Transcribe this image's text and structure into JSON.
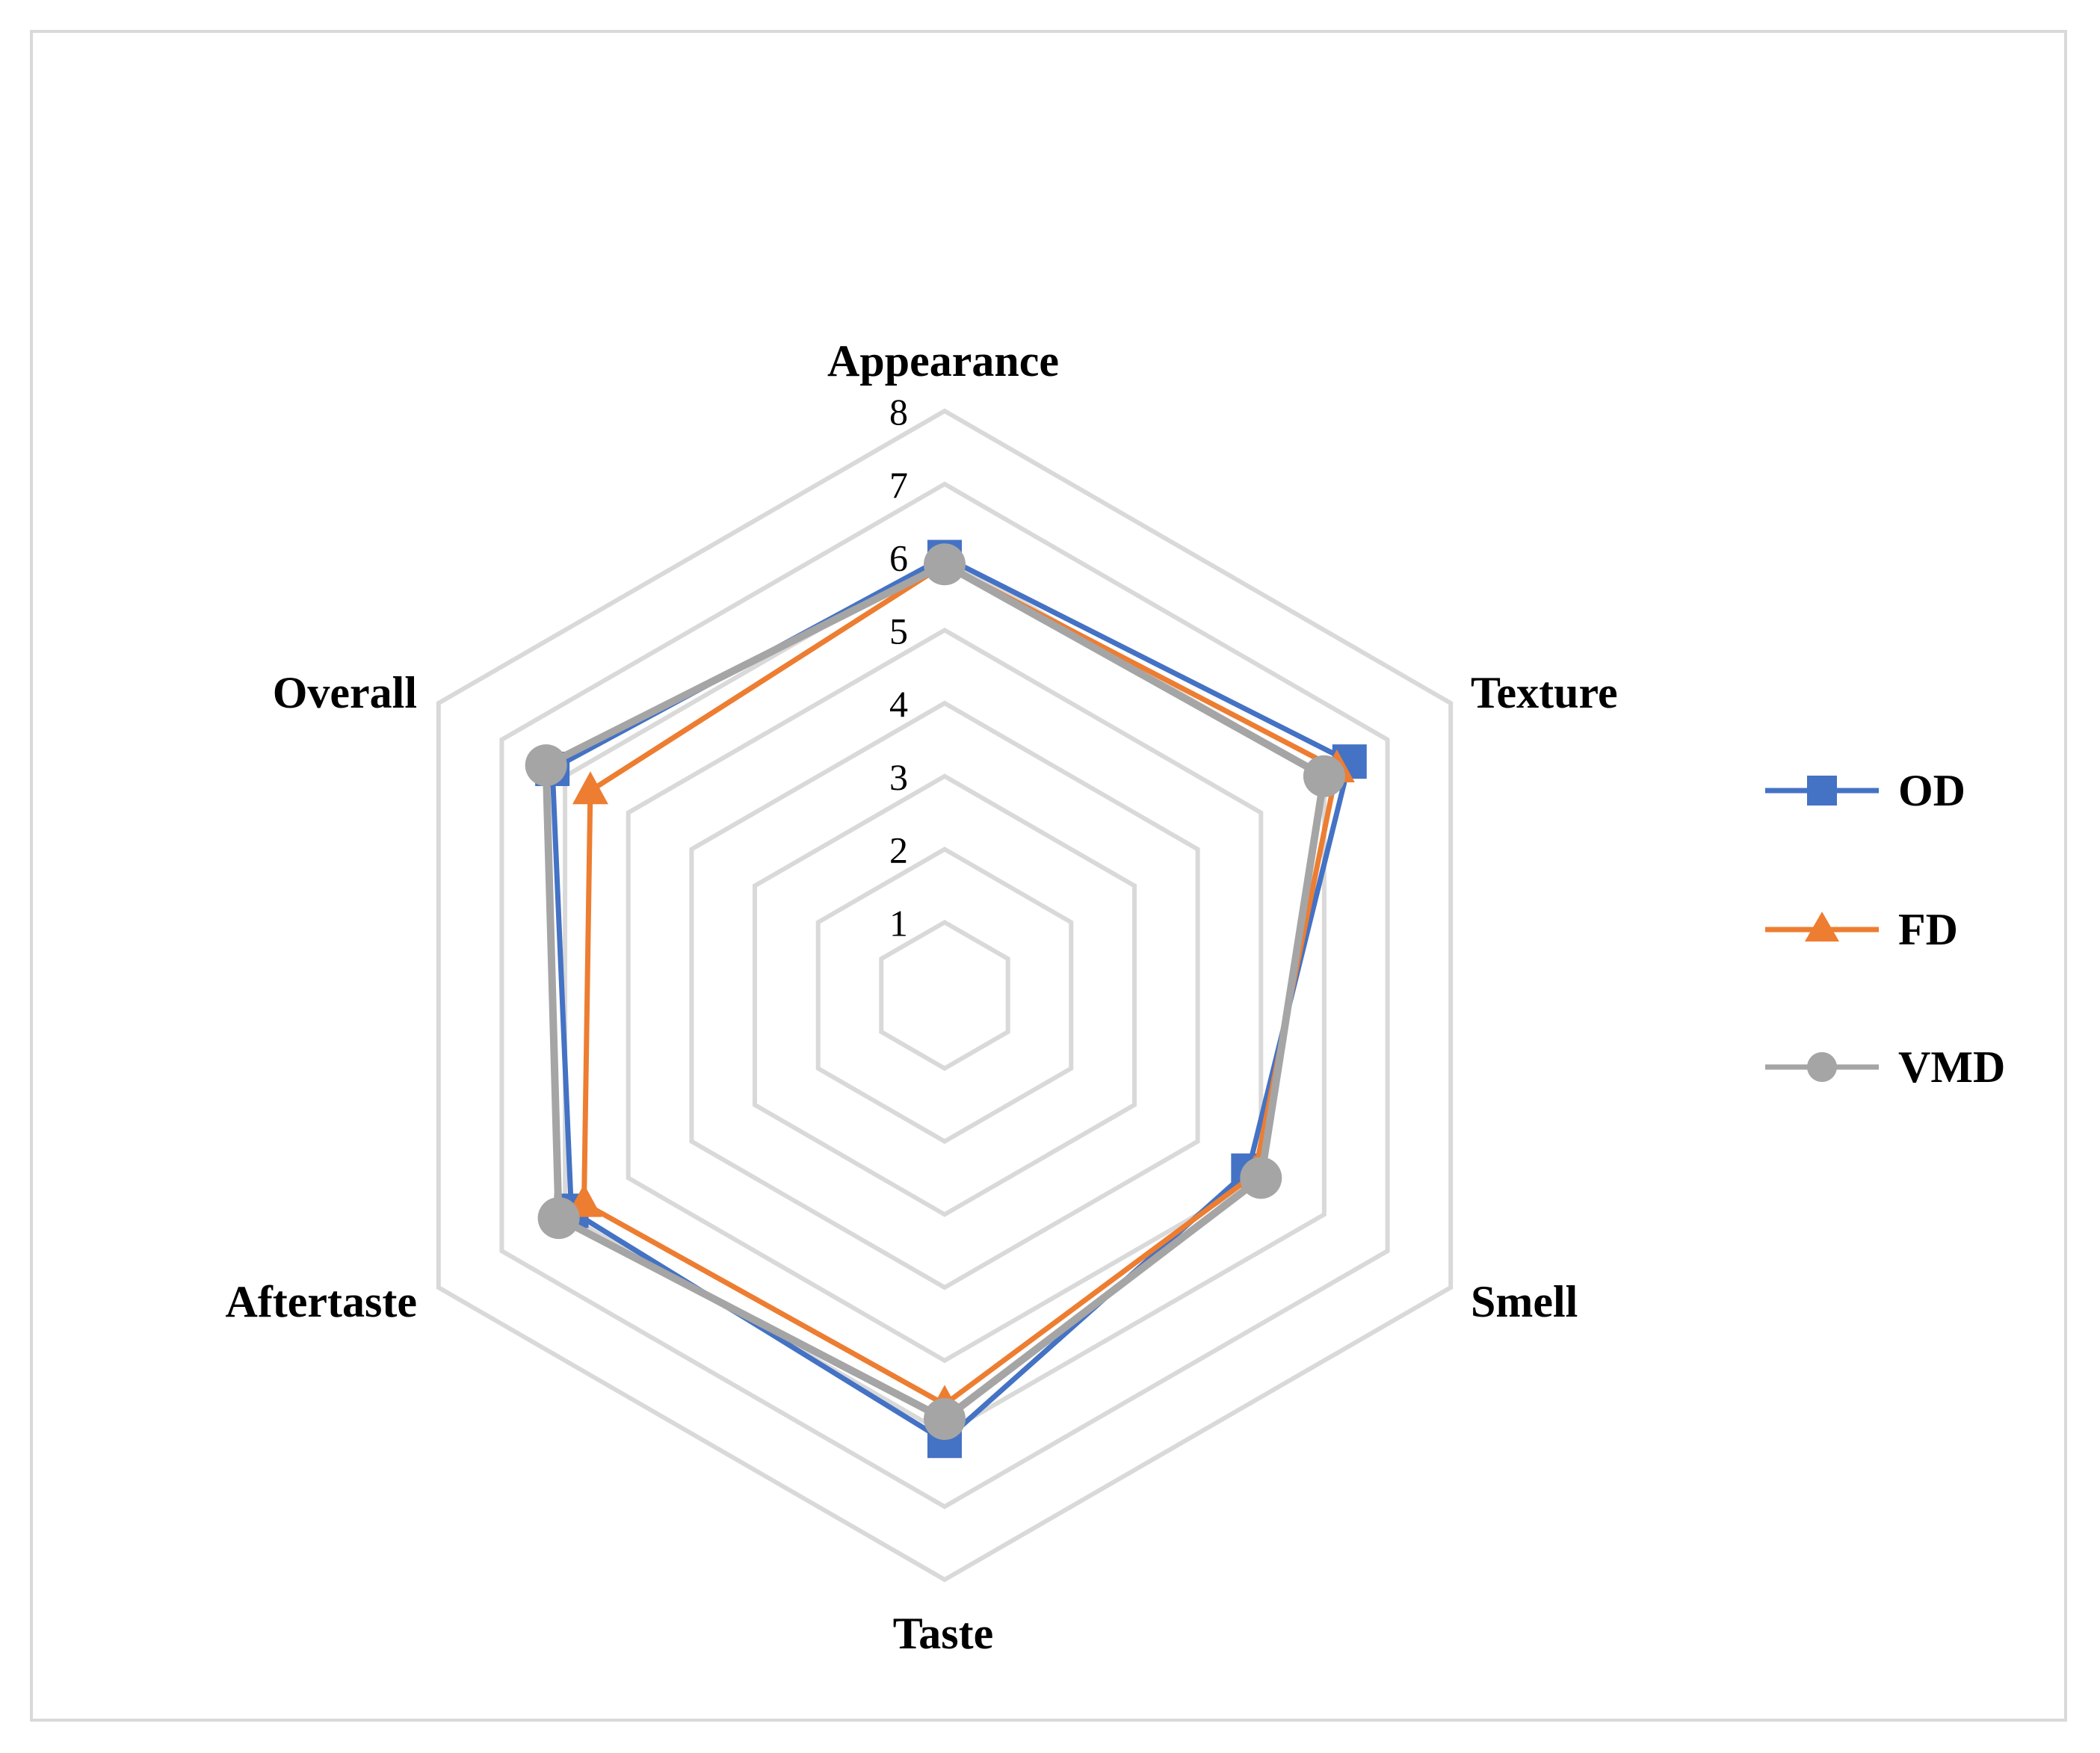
{
  "chart_data": {
    "type": "radar",
    "categories": [
      "Appearance",
      "Texture",
      "Smell",
      "Taste",
      "Aftertaste",
      "Overall"
    ],
    "rlim": [
      0,
      8
    ],
    "ticks": [
      "1",
      "2",
      "3",
      "4",
      "5",
      "6",
      "7",
      "8"
    ],
    "grid": true,
    "legend_position": "right",
    "series": [
      {
        "name": "OD",
        "values": [
          6.0,
          6.4,
          4.8,
          6.1,
          5.9,
          6.2
        ],
        "color": "#4472c4",
        "marker": "square"
      },
      {
        "name": "FD",
        "values": [
          5.9,
          6.2,
          4.9,
          5.6,
          5.7,
          5.6
        ],
        "color": "#ed7d31",
        "marker": "triangle"
      },
      {
        "name": "VMD",
        "values": [
          5.9,
          6.0,
          5.0,
          5.8,
          6.1,
          6.3
        ],
        "color": "#a5a5a5",
        "marker": "circle"
      }
    ]
  }
}
